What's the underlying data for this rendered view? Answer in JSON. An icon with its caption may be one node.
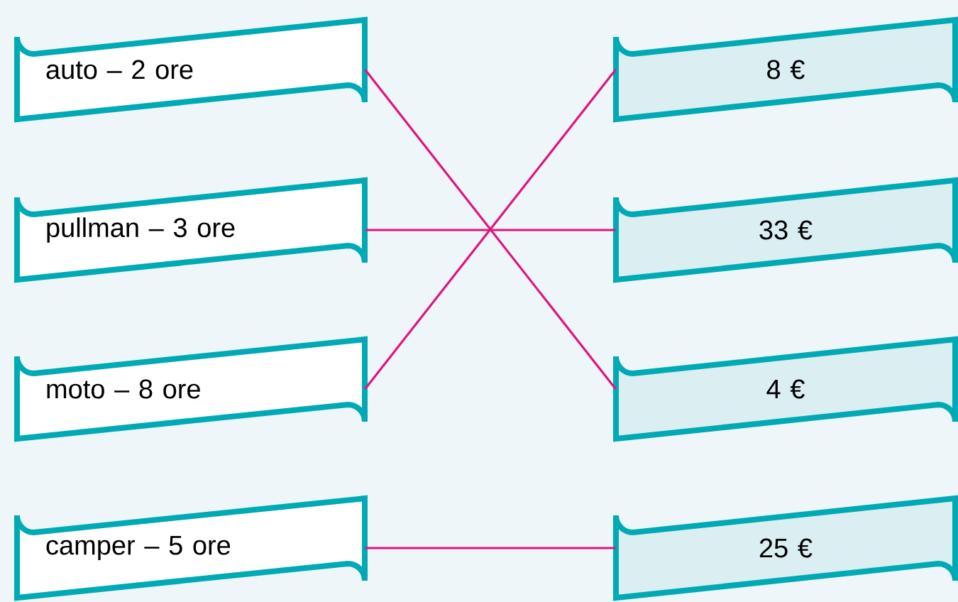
{
  "diagram": {
    "nodes": [
      {
        "text": [
          "auto – 2 ore"
        ]
      },
      {
        "text": [
          "pullman – 3 ore"
        ]
      },
      {
        "text": [
          "moto – 8 ore"
        ]
      },
      {
        "text": [
          "camper – 5 ore"
        ]
      },
      {
        "text": [
          "8 €"
        ]
      },
      {
        "text": [
          "33 €"
        ]
      },
      {
        "text": [
          "4 €"
        ]
      },
      {
        "text": [
          "25 €"
        ]
      }
    ],
    "edges": [
      {
        "from": 0,
        "to": 6,
        "arrow": "none"
      },
      {
        "from": 1,
        "to": 5,
        "arrow": "none"
      },
      {
        "from": 2,
        "to": 4,
        "arrow": "none"
      },
      {
        "from": 3,
        "to": 7,
        "arrow": "none"
      }
    ]
  }
}
